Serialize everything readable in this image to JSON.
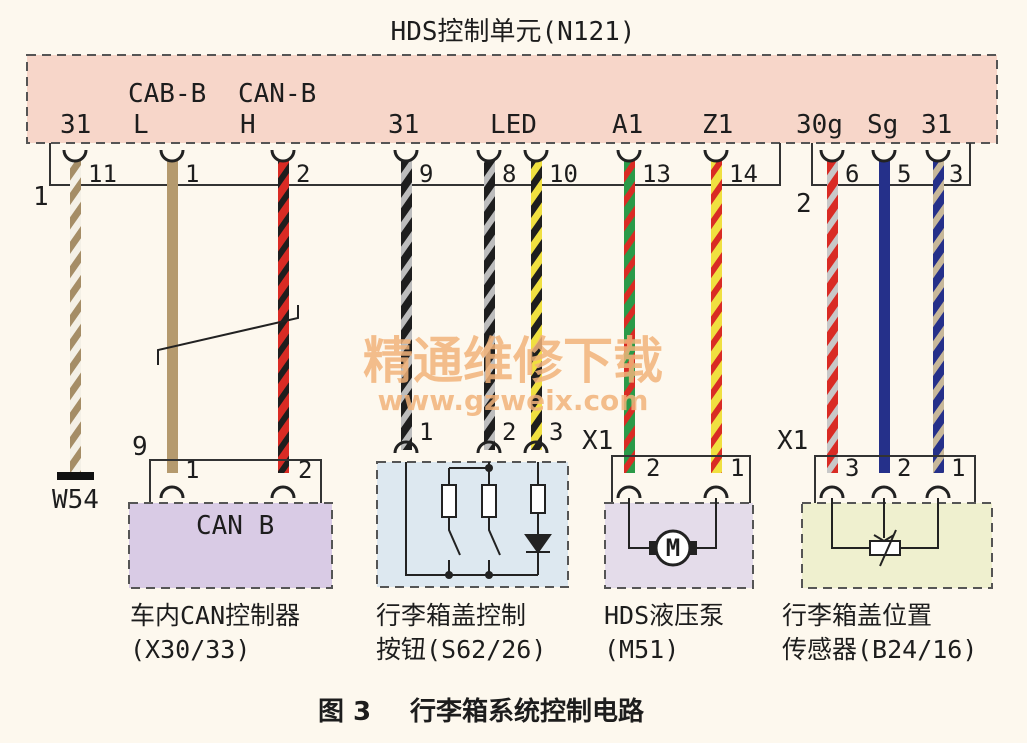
{
  "control_unit": {
    "title": "HDS控制单元(N121)",
    "pins_top": [
      {
        "label": "31"
      },
      {
        "label": "L",
        "signal": "CAB-B"
      },
      {
        "label": "H",
        "signal": "CAN-B"
      },
      {
        "label": "31"
      },
      {
        "label": "LED"
      },
      {
        "label": "A1"
      },
      {
        "label": "Z1"
      },
      {
        "label": "30g"
      },
      {
        "label": "Sg"
      },
      {
        "label": "31"
      }
    ]
  },
  "connector_1": {
    "id": "1",
    "pins": [
      "11",
      "1",
      "2",
      "9",
      "8",
      "10",
      "13",
      "14"
    ]
  },
  "connector_2": {
    "id": "2",
    "pins": [
      "6",
      "5",
      "3"
    ]
  },
  "ground": {
    "label": "W54"
  },
  "components": [
    {
      "name": "车内CAN控制器",
      "code": "(X30/33)",
      "box_label": "CAN B",
      "connector": "9",
      "pins": [
        "1",
        "2"
      ]
    },
    {
      "name": "行李箱盖控制",
      "name2": "按钮(S62/26)",
      "pins": [
        "1",
        "2",
        "3"
      ]
    },
    {
      "name": "HDS液压泵",
      "code": "(M51)",
      "connector": "X1",
      "pins": [
        "2",
        "1"
      ],
      "symbol": "M"
    },
    {
      "name": "行李箱盖位置",
      "name2": "传感器(B24/16)",
      "connector": "X1",
      "pins": [
        "3",
        "2",
        "1"
      ]
    }
  ],
  "watermark": {
    "line1": "精通维修下载",
    "line2": "www.gzweix.com"
  },
  "caption": {
    "fig": "图 3",
    "title": "行李箱系统控制电路"
  },
  "colors": {
    "ecu_fill": "#f7d6c9",
    "can_box": "#d9cbe5",
    "button_box": "#dde8f0",
    "pump_box": "#e4dcea",
    "sensor_box": "#eff0cf",
    "wire_brown": "#b59a6e",
    "wire_red": "#d92b24",
    "wire_black": "#1e1e1e",
    "wire_gray": "#a0a0a0",
    "wire_yellow": "#f0e040",
    "wire_green": "#2a9a48",
    "wire_blue": "#25308a"
  }
}
